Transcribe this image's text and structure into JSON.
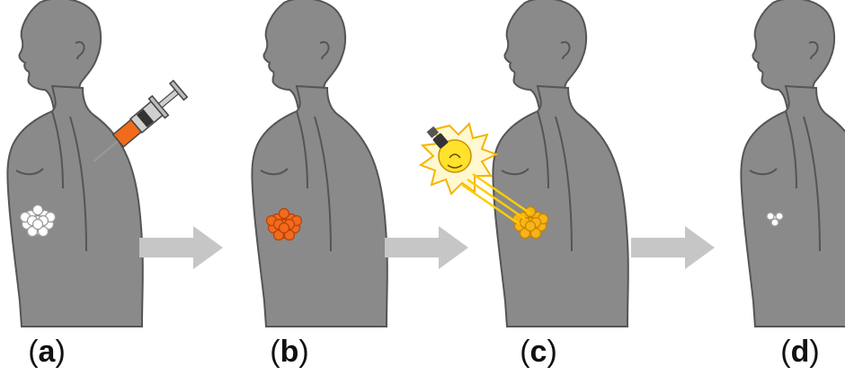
{
  "panels": [
    {
      "id": "a",
      "label_open": "(",
      "letter": "a",
      "label_close": ")",
      "tumor_color": "#ffffff",
      "tumor_stroke": "#9a9a9a"
    },
    {
      "id": "b",
      "label_open": "(",
      "letter": "b",
      "label_close": ")",
      "tumor_color": "#f26a1b",
      "tumor_stroke": "#b8410a"
    },
    {
      "id": "c",
      "label_open": "(",
      "letter": "c",
      "label_close": ")",
      "tumor_color": "#f7b416",
      "tumor_stroke": "#c98400"
    },
    {
      "id": "d",
      "label_open": "(",
      "letter": "d",
      "label_close": ")",
      "tumor_color": "#ffffff",
      "tumor_stroke": "#9a9a9a"
    }
  ],
  "colors": {
    "body_fill": "#8a8a8a",
    "body_stroke": "#555555",
    "arrow": "#c6c6c6",
    "syringe_liquid": "#f26a1b",
    "bulb": "#ffe22b",
    "light_ray": "#ffcc00"
  },
  "icons": [
    "syringe-icon",
    "light-bulb-icon",
    "arrow-right-icon"
  ]
}
